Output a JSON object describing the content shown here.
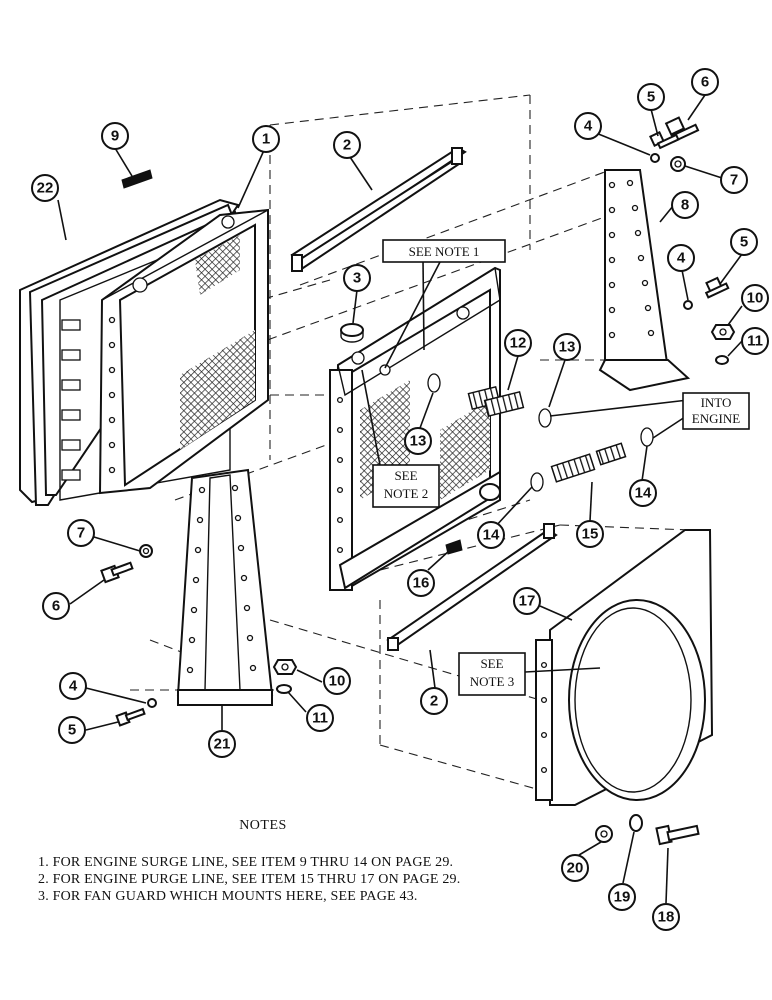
{
  "callouts": [
    {
      "id": "c1",
      "label": "1"
    },
    {
      "id": "c2a",
      "label": "2"
    },
    {
      "id": "c2b",
      "label": "2"
    },
    {
      "id": "c3",
      "label": "3"
    },
    {
      "id": "c4a",
      "label": "4"
    },
    {
      "id": "c4b",
      "label": "4"
    },
    {
      "id": "c4c",
      "label": "4"
    },
    {
      "id": "c5a",
      "label": "5"
    },
    {
      "id": "c5b",
      "label": "5"
    },
    {
      "id": "c5c",
      "label": "5"
    },
    {
      "id": "c6a",
      "label": "6"
    },
    {
      "id": "c6b",
      "label": "6"
    },
    {
      "id": "c7a",
      "label": "7"
    },
    {
      "id": "c7b",
      "label": "7"
    },
    {
      "id": "c8",
      "label": "8"
    },
    {
      "id": "c9",
      "label": "9"
    },
    {
      "id": "c10a",
      "label": "10"
    },
    {
      "id": "c10b",
      "label": "10"
    },
    {
      "id": "c11a",
      "label": "11"
    },
    {
      "id": "c11b",
      "label": "11"
    },
    {
      "id": "c12",
      "label": "12"
    },
    {
      "id": "c13a",
      "label": "13"
    },
    {
      "id": "c13b",
      "label": "13"
    },
    {
      "id": "c14a",
      "label": "14"
    },
    {
      "id": "c14b",
      "label": "14"
    },
    {
      "id": "c15",
      "label": "15"
    },
    {
      "id": "c16",
      "label": "16"
    },
    {
      "id": "c17",
      "label": "17"
    },
    {
      "id": "c18",
      "label": "18"
    },
    {
      "id": "c19",
      "label": "19"
    },
    {
      "id": "c20",
      "label": "20"
    },
    {
      "id": "c21",
      "label": "21"
    },
    {
      "id": "c22",
      "label": "22"
    }
  ],
  "labels": {
    "see_note_1": "SEE NOTE 1",
    "see_note_2_line1": "SEE",
    "see_note_2_line2": "NOTE 2",
    "see_note_3_line1": "SEE",
    "see_note_3_line2": "NOTE 3",
    "into_engine_line1": "INTO",
    "into_engine_line2": "ENGINE"
  },
  "notes": {
    "title": "NOTES",
    "items": [
      "1. FOR ENGINE SURGE LINE, SEE ITEM 9 THRU 14 ON PAGE 29.",
      "2. FOR ENGINE PURGE LINE, SEE ITEM 15 THRU 17 ON PAGE 29.",
      "3. FOR FAN GUARD WHICH MOUNTS HERE, SEE PAGE 43."
    ]
  }
}
